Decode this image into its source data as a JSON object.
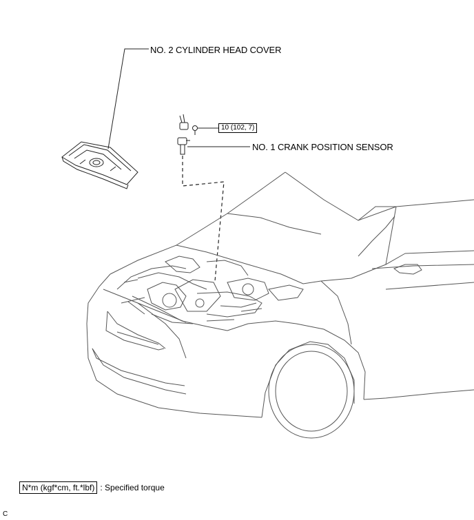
{
  "labels": {
    "cylinder_head_cover": "NO. 2 CYLINDER HEAD COVER",
    "crank_sensor": "NO. 1 CRANK POSITION SENSOR",
    "torque_value": "10 (102, 7)"
  },
  "legend": {
    "units": "N*m (kgf*cm, ft.*lbf)",
    "description": ": Specified torque"
  },
  "corner_code": "C"
}
